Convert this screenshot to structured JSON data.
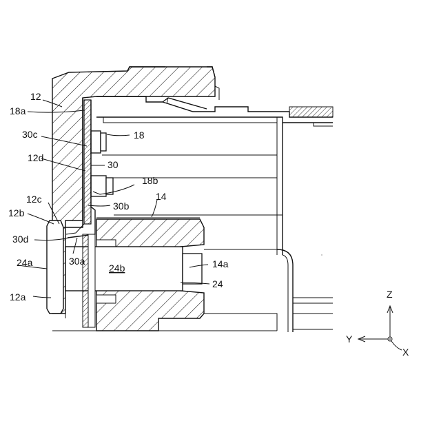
{
  "labels": {
    "l12": "12",
    "l18a": "18a",
    "l18": "18",
    "l30c": "30c",
    "l12d": "12d",
    "l30": "30",
    "l18b": "18b",
    "l14": "14",
    "l12c": "12c",
    "l30b": "30b",
    "l12b": "12b",
    "l30d": "30d",
    "l30a": "30a",
    "l24a": "24a",
    "l24b": "24b",
    "l14a": "14a",
    "l24": "24",
    "l12a": "12a"
  },
  "axes": {
    "z": "Z",
    "y": "Y",
    "x": "X"
  }
}
